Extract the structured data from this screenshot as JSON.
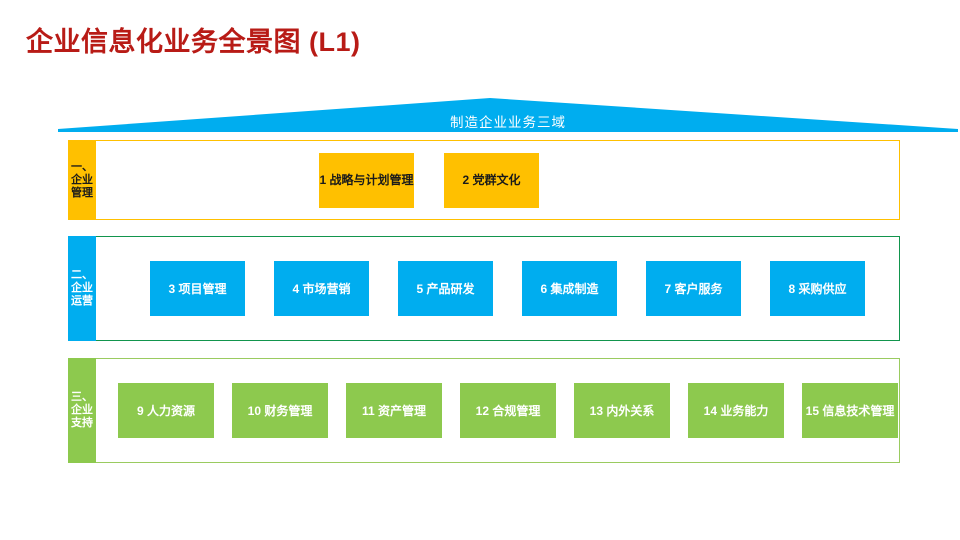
{
  "page": {
    "title": "企业信息化业务全景图 (L1)",
    "title_color": "#b81b16",
    "background": "#ffffff"
  },
  "roof": {
    "label": "制造企业业务三域",
    "color": "#00adef",
    "text_color": "#ffffff"
  },
  "bands": [
    {
      "key": "management",
      "tab_label": "一、企业管理",
      "tab_color": "#ffc000",
      "tab_text_color": "#1a1a1a",
      "border_color": "#ffc000",
      "cell_color": "#ffc000",
      "cell_text_color": "#1a1a1a",
      "cells": [
        {
          "num": "1",
          "label": "1 战略与计划管理"
        },
        {
          "num": "2",
          "label": "2 党群文化"
        }
      ]
    },
    {
      "key": "operations",
      "tab_label": "二、企业运营",
      "tab_color": "#00adef",
      "tab_text_color": "#ffffff",
      "border_color": "#12954d",
      "cell_color": "#00adef",
      "cell_text_color": "#ffffff",
      "cells": [
        {
          "num": "3",
          "label": "3 项目管理"
        },
        {
          "num": "4",
          "label": "4 市场营销"
        },
        {
          "num": "5",
          "label": "5 产品研发"
        },
        {
          "num": "6",
          "label": "6 集成制造"
        },
        {
          "num": "7",
          "label": "7 客户服务"
        },
        {
          "num": "8",
          "label": "8 采购供应"
        }
      ]
    },
    {
      "key": "support",
      "tab_label": "三、企业支持",
      "tab_color": "#8dc94e",
      "tab_text_color": "#ffffff",
      "border_color": "#9acb60",
      "cell_color": "#8dc94e",
      "cell_text_color": "#ffffff",
      "cells": [
        {
          "num": "9",
          "label": "9 人力资源"
        },
        {
          "num": "10",
          "label": "10 财务管理"
        },
        {
          "num": "11",
          "label": "11 资产管理"
        },
        {
          "num": "12",
          "label": "12 合规管理"
        },
        {
          "num": "13",
          "label": "13 内外关系"
        },
        {
          "num": "14",
          "label": "14 业务能力"
        },
        {
          "num": "15",
          "label": "15 信息技术管理"
        }
      ]
    }
  ]
}
